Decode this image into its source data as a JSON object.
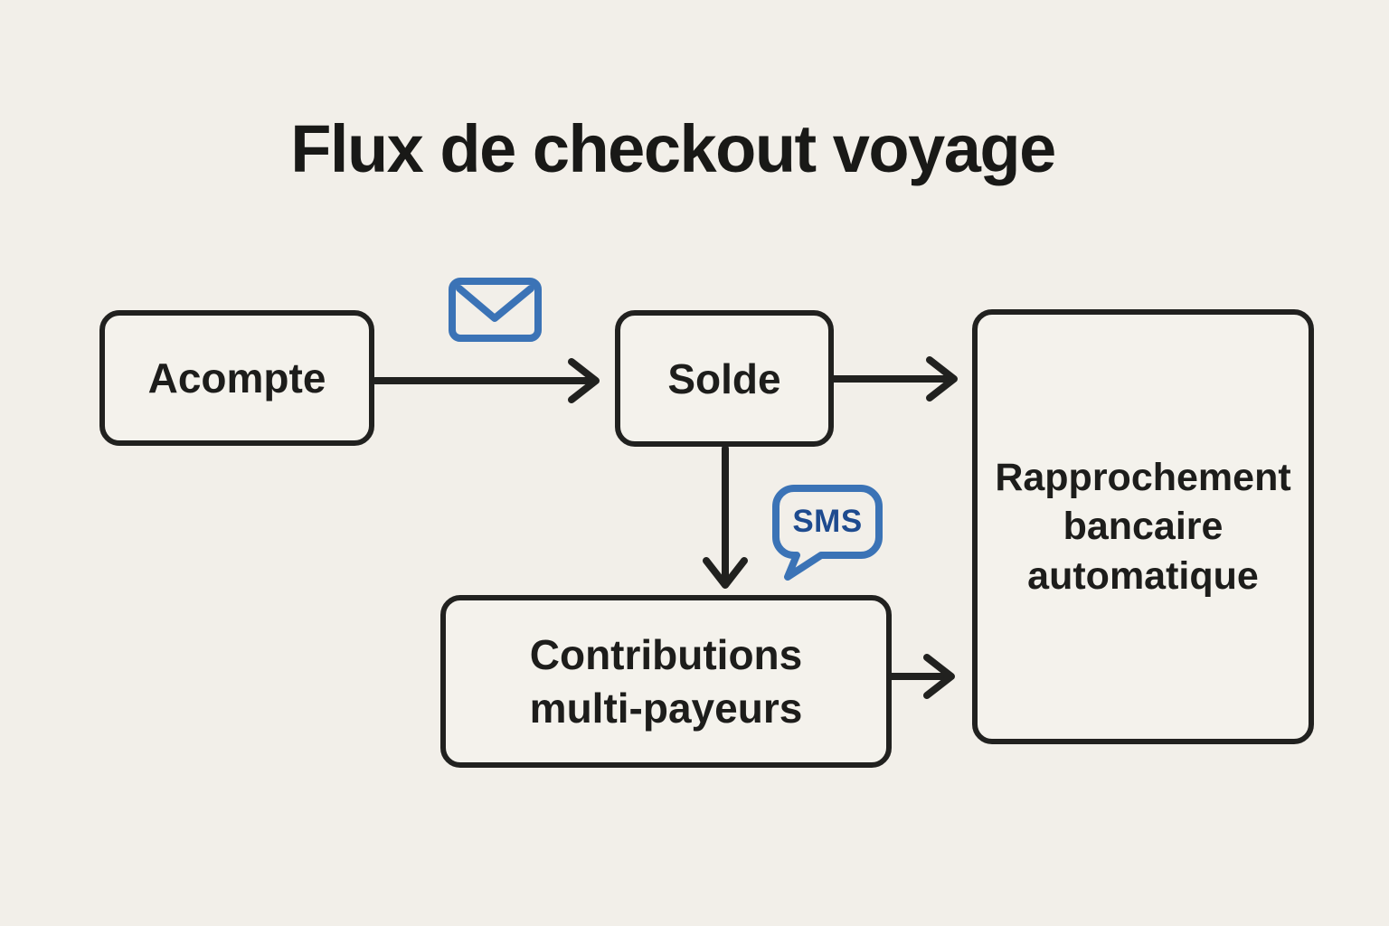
{
  "title": "Flux de checkout voyage",
  "colors": {
    "background": "#f2efe9",
    "box_border": "#21211f",
    "text": "#1d1d1b",
    "arrow": "#21211f",
    "icon_blue": "#3b73b6",
    "sms_text_blue": "#1e4b8f"
  },
  "nodes": {
    "acompte": {
      "label": "Acompte"
    },
    "solde": {
      "label": "Solde"
    },
    "contributions": {
      "label": "Contributions multi-payeurs"
    },
    "rapprochement": {
      "label": "Rapprochement bancaire automatique"
    }
  },
  "icons": {
    "email": {
      "name": "email-icon"
    },
    "sms": {
      "name": "sms-icon",
      "label": "SMS"
    }
  },
  "edges": [
    {
      "from": "acompte",
      "to": "solde",
      "icon": "email-icon"
    },
    {
      "from": "solde",
      "to": "rapprochement",
      "icon": ""
    },
    {
      "from": "solde",
      "to": "contributions",
      "icon": "sms-icon"
    },
    {
      "from": "contributions",
      "to": "rapprochement",
      "icon": ""
    }
  ]
}
